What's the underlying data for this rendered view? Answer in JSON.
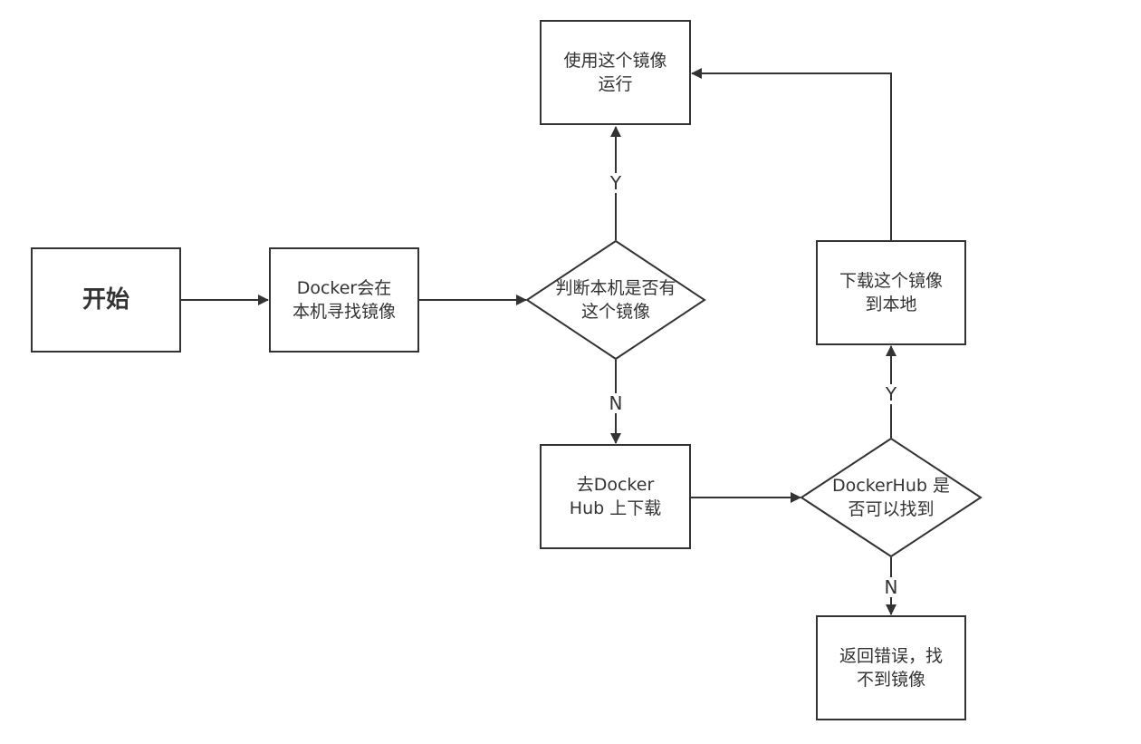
{
  "nodes": {
    "start": "开始",
    "search_local": "Docker会在\n本机寻找镜像",
    "has_local_image": "判断本机是否有\n这个镜像",
    "run_image": "使用这个镜像\n运行",
    "download_hub": "去Docker\nHub 上下载",
    "hub_found": "DockerHub 是\n否可以找到",
    "download_local": "下载这个镜像\n到本地",
    "return_error": "返回错误，找\n不到镜像"
  },
  "edge_labels": {
    "local_yes": "Y",
    "local_no": "N",
    "hub_yes": "Y",
    "hub_no": "N"
  },
  "colors": {
    "stroke": "#333333",
    "background": "#ffffff"
  }
}
